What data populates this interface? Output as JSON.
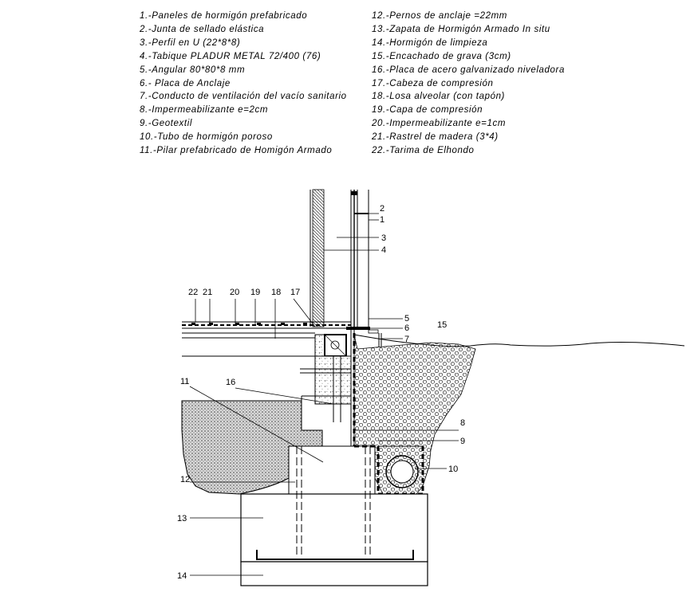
{
  "legend_left": [
    "1.-Paneles de hormigón prefabricado",
    "2.-Junta de sellado elástica",
    "3.-Perfil en U (22*8*8)",
    "4.-Tabique PLADUR METAL 72/400 (76)",
    "5.-Angular 80*80*8 mm",
    "6.- Placa de Anclaje",
    "7.-Conducto de ventilación del vacío sanitario",
    "8.-Impermeabilizante e=2cm",
    "9.-Geotextil",
    "10.-Tubo de hormigón poroso",
    "11.-Pilar prefabricado de Homigón Armado"
  ],
  "legend_right": [
    "12.-Pernos de anclaje =22mm",
    "13.-Zapata de Hormigón Armado In situ",
    "14.-Hormigón de limpieza",
    "15.-Encachado de grava (3cm)",
    "16.-Placa de acero galvanizado niveladora",
    "17.-Cabeza de compresión",
    "18.-Losa alveolar (con tapón)",
    "19.-Capa de compresión",
    "20.-Impermeabilizante e=1cm",
    "21.-Rastrel de madera (3*4)",
    "22.-Tarima de Elhondo"
  ],
  "callouts": {
    "c1": "1",
    "c2": "2",
    "c3": "3",
    "c4": "4",
    "c5": "5",
    "c6": "6",
    "c7": "7",
    "c8": "8",
    "c9": "9",
    "c10": "10",
    "c11": "11",
    "c12": "12",
    "c13": "13",
    "c14": "14",
    "c15": "15",
    "c16": "16",
    "c17": "17",
    "c18": "18",
    "c19": "19",
    "c20": "20",
    "c21": "21",
    "c22": "22"
  }
}
